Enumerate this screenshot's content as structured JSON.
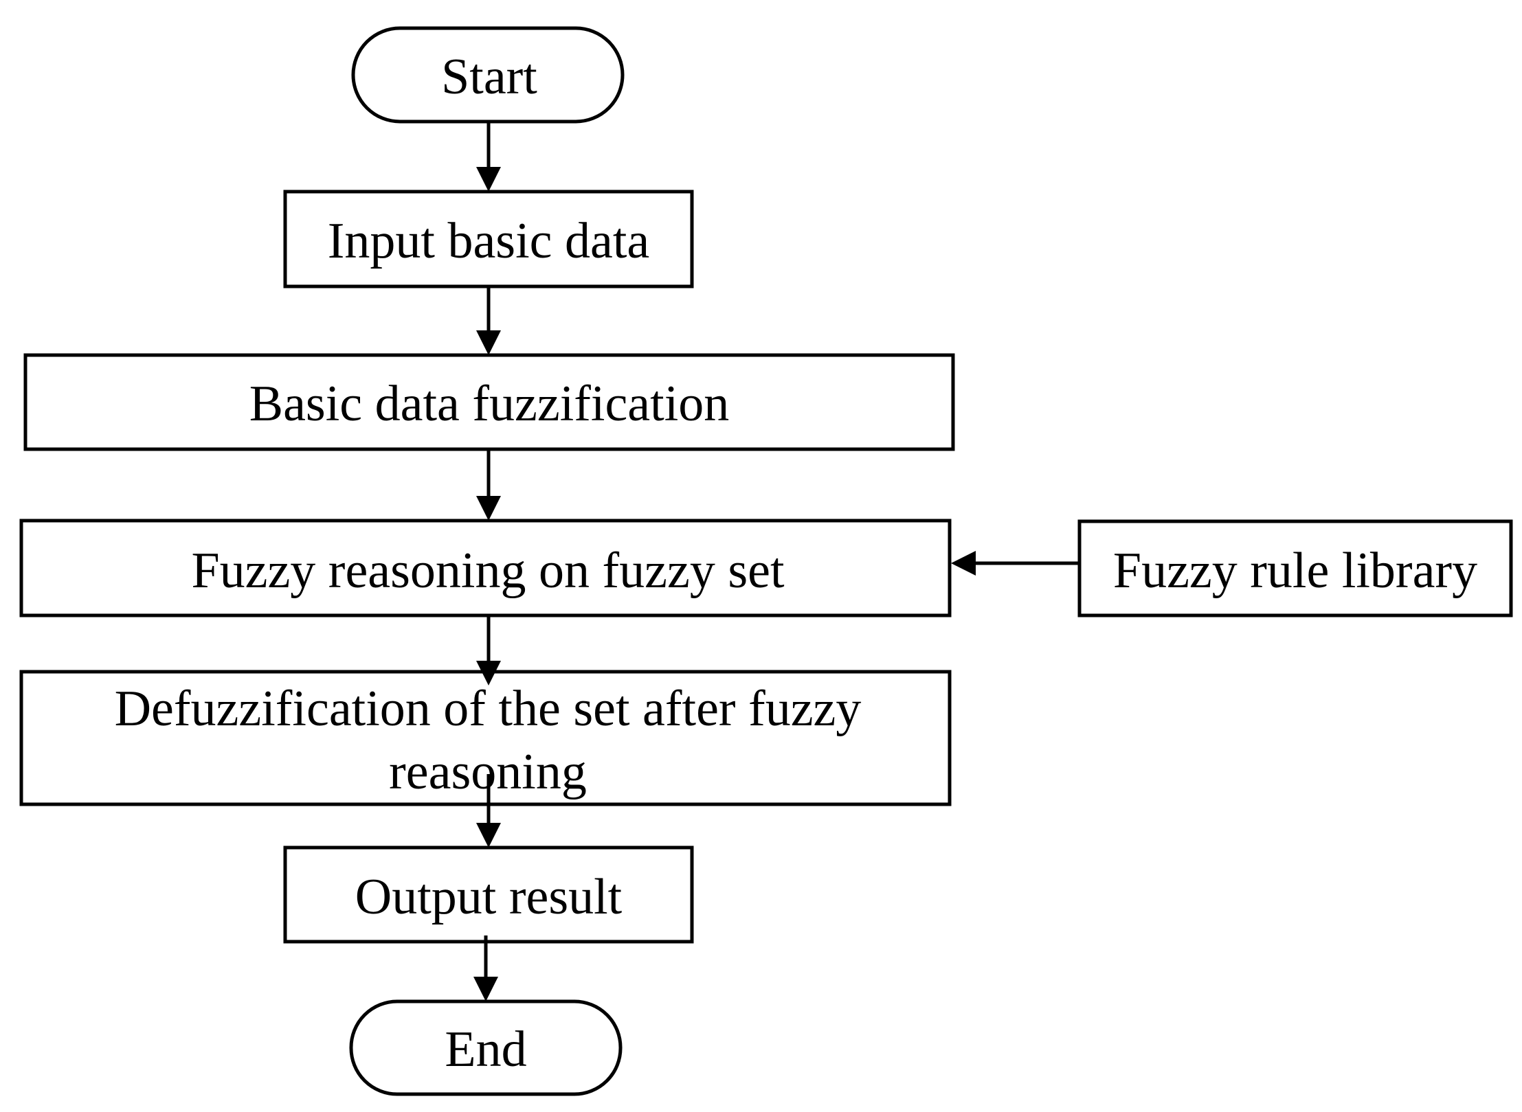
{
  "flowchart": {
    "start": "Start",
    "input": "Input basic data",
    "fuzzification": "Basic data fuzzification",
    "reasoning": "Fuzzy reasoning on fuzzy set",
    "rule_library": "Fuzzy rule library",
    "defuzzification_line1": "Defuzzification of the set after fuzzy",
    "defuzzification_line2": "reasoning",
    "output": "Output result",
    "end": "End"
  }
}
